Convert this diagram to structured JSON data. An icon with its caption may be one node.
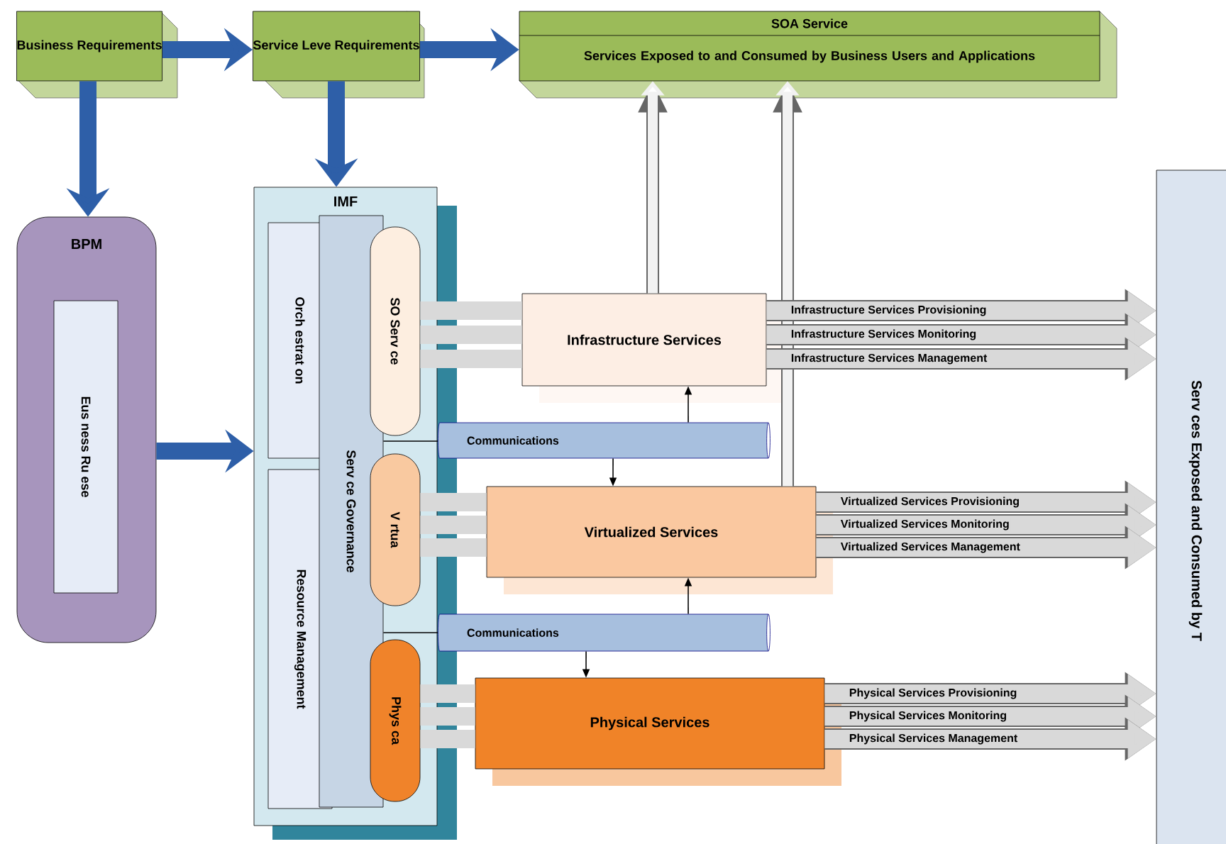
{
  "diagram": {
    "nodes": [
      {
        "text": [
          "Business Requirements"
        ]
      },
      {
        "text": [
          "Service Leve Requirements"
        ]
      },
      {
        "text": [
          "SOA Service",
          "Services Exposed to and Consumed by Business Users and Applications"
        ]
      },
      {
        "text": [
          "BPM"
        ]
      },
      {
        "text": [
          "Eus ness Ru ese"
        ],
        "in": 3
      },
      {
        "text": [
          "IMF"
        ]
      },
      {
        "text": [
          "Orch estrat on"
        ],
        "in": 5
      },
      {
        "text": [
          "Resource Management"
        ],
        "in": 5
      },
      {
        "text": [
          "Serv ce Governance"
        ],
        "in": 5
      },
      {
        "text": [
          "SO Serv ce"
        ],
        "in": 5
      },
      {
        "text": [
          "V rtua"
        ],
        "in": 5
      },
      {
        "text": [
          "Phys ca"
        ],
        "in": 5
      },
      {
        "text": [
          "Infrastructure Services"
        ]
      },
      {
        "text": [
          "Communications"
        ]
      },
      {
        "text": [
          "Virtualized Services"
        ]
      },
      {
        "text": [
          "Communications"
        ]
      },
      {
        "text": [
          "Physical Services"
        ]
      },
      {
        "text": [
          "Serv ces Exposed and Consumed by T"
        ]
      }
    ],
    "edges": [
      {
        "from": 0,
        "to": 1,
        "arrow": "to",
        "color": "#2e5fa8"
      },
      {
        "from": 1,
        "to": 2,
        "arrow": "to",
        "color": "#2e5fa8"
      },
      {
        "from": 0,
        "to": 3,
        "arrow": "to",
        "color": "#2e5fa8"
      },
      {
        "from": 1,
        "to": 5,
        "arrow": "to",
        "color": "#2e5fa8"
      },
      {
        "from": 3,
        "to": 5,
        "arrow": "to",
        "color": "#2e5fa8"
      },
      {
        "from": 12,
        "to": 2,
        "arrow": "to",
        "color": "#f2f2f2"
      },
      {
        "from": 14,
        "to": 2,
        "arrow": "to",
        "color": "#f2f2f2"
      },
      {
        "from": 8,
        "to": 13,
        "arrow": "none",
        "color": "#000000"
      },
      {
        "from": 13,
        "to": 12,
        "arrow": "to",
        "color": "#000000"
      },
      {
        "from": 13,
        "to": 14,
        "arrow": "to",
        "color": "#000000"
      },
      {
        "from": 8,
        "to": 15,
        "arrow": "none",
        "color": "#000000"
      },
      {
        "from": 15,
        "to": 14,
        "arrow": "to",
        "color": "#000000"
      },
      {
        "from": 15,
        "to": 16,
        "arrow": "to",
        "color": "#000000"
      },
      {
        "from": 9,
        "to": 12,
        "arrow": "none"
      },
      {
        "from": 9,
        "to": 12,
        "arrow": "none"
      },
      {
        "from": 9,
        "to": 12,
        "arrow": "none"
      },
      {
        "from": 10,
        "to": 14,
        "arrow": "none"
      },
      {
        "from": 10,
        "to": 14,
        "arrow": "none"
      },
      {
        "from": 10,
        "to": 14,
        "arrow": "none"
      },
      {
        "from": 11,
        "to": 16,
        "arrow": "none"
      },
      {
        "from": 11,
        "to": 16,
        "arrow": "none"
      },
      {
        "from": 11,
        "to": 16,
        "arrow": "none"
      },
      {
        "from": 12,
        "to": 17,
        "arrow": "to",
        "label": "Infrastructure Services Provisioning"
      },
      {
        "from": 12,
        "to": 17,
        "arrow": "to",
        "label": "Infrastructure Services Monitoring"
      },
      {
        "from": 12,
        "to": 17,
        "arrow": "to",
        "label": "Infrastructure Services Management"
      },
      {
        "from": 14,
        "to": 17,
        "arrow": "to",
        "label": "Virtualized Services Provisioning"
      },
      {
        "from": 14,
        "to": 17,
        "arrow": "to",
        "label": "Virtualized Services Monitoring"
      },
      {
        "from": 14,
        "to": 17,
        "arrow": "to",
        "label": "Virtualized Services Management"
      },
      {
        "from": 16,
        "to": 17,
        "arrow": "to",
        "label": "Physical Services Provisioning"
      },
      {
        "from": 16,
        "to": 17,
        "arrow": "to",
        "label": "Physical Services Monitoring"
      },
      {
        "from": 16,
        "to": 17,
        "arrow": "to",
        "label": "Physical Services Management"
      }
    ]
  }
}
